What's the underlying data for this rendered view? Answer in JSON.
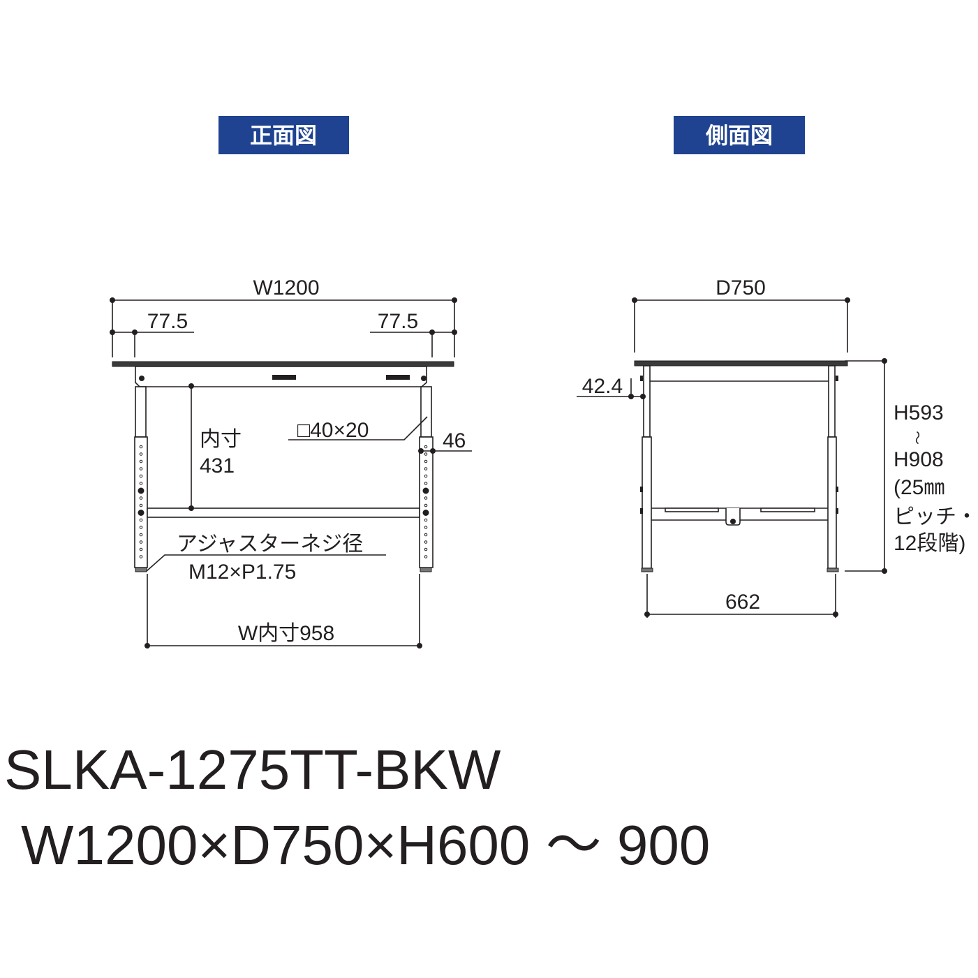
{
  "headers": {
    "front": "正面図",
    "side": "側面図"
  },
  "colors": {
    "header_bg": "#1f4390",
    "ink": "#231f20"
  },
  "front": {
    "width": "W1200",
    "offset_left": "77.5",
    "offset_right": "77.5",
    "inner_label": "内寸",
    "inner_value": "431",
    "pipe": "□40×20",
    "leg_width": "46",
    "adjuster_label": "アジャスターネジ径",
    "adjuster_value": "M12×P1.75",
    "inner_width": "W内寸958"
  },
  "side": {
    "depth": "D750",
    "apron": "42.4",
    "height_min": "H593",
    "tilde": "～",
    "height_max": "H908",
    "pitch_line1": "(25㎜",
    "pitch_line2": "ピッチ・",
    "pitch_line3": "12段階)",
    "inner_depth": "662"
  },
  "product": {
    "model": "SLKA-1275TT-BKW",
    "size": "W1200×D750×H600 ～ 900"
  }
}
